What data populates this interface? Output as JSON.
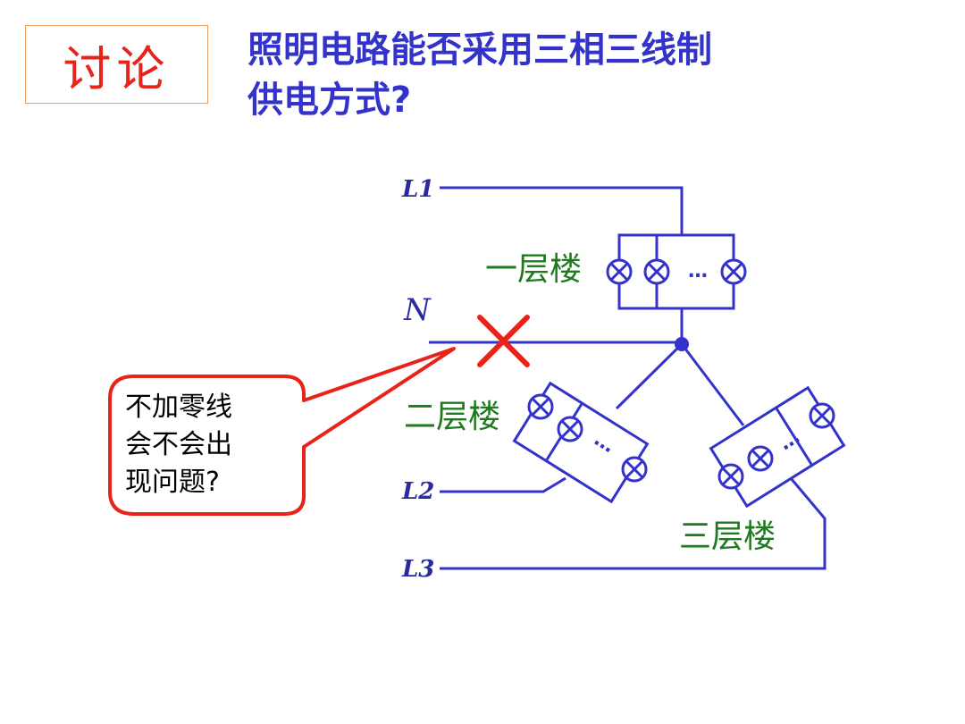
{
  "header": {
    "tag": "讨论",
    "question_line1": "照明电路能否采用三相三线制",
    "question_line2": "供电方式?"
  },
  "diagram": {
    "line_labels": {
      "l1": "L1",
      "n": "N",
      "l2": "L2",
      "l3": "L3"
    },
    "floors": {
      "floor1": "一层楼",
      "floor2": "二层楼",
      "floor3": "三层楼"
    },
    "ellipsis": "…",
    "callout": [
      "不加零线",
      "会不会出",
      "现问题?"
    ],
    "colors": {
      "wire": "#3333cc",
      "label": "#2a2aa0",
      "floor": "#1f7a1f",
      "cross": "#e8231a",
      "callout_border": "#e8231a"
    }
  }
}
